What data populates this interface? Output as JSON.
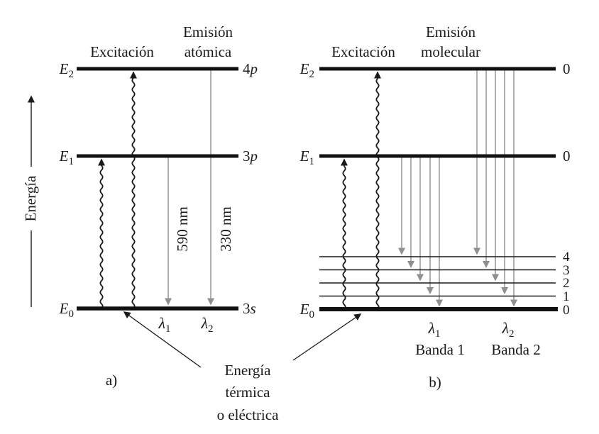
{
  "axis": {
    "label": "Energía"
  },
  "panel_a": {
    "caption": "a)",
    "excitation": "Excitación",
    "emission_line1": "Emisión",
    "emission_line2": "atómica",
    "levels": [
      {
        "sym": "E",
        "sub": "2"
      },
      {
        "sym": "E",
        "sub": "1"
      },
      {
        "sym": "E",
        "sub": "0"
      }
    ],
    "orbitals": [
      {
        "num": "4",
        "let": "p"
      },
      {
        "num": "3",
        "let": "p"
      },
      {
        "num": "3",
        "let": "s"
      }
    ],
    "nm590": "590 nm",
    "nm330": "330 nm",
    "lambda1": {
      "sym": "λ",
      "sub": "1"
    },
    "lambda2": {
      "sym": "λ",
      "sub": "2"
    }
  },
  "panel_b": {
    "caption": "b)",
    "excitation": "Excitación",
    "emission_line1": "Emisión",
    "emission_line2": "molecular",
    "levels": [
      {
        "sym": "E",
        "sub": "2"
      },
      {
        "sym": "E",
        "sub": "1"
      },
      {
        "sym": "E",
        "sub": "0"
      }
    ],
    "right_zero_e2": "0",
    "right_zero_e1": "0",
    "vib": [
      "4",
      "3",
      "2",
      "1",
      "0"
    ],
    "lambda1": {
      "sym": "λ",
      "sub": "1"
    },
    "lambda2": {
      "sym": "λ",
      "sub": "2"
    },
    "band1": "Banda 1",
    "band2": "Banda 2"
  },
  "thermal": {
    "line1": "Energía",
    "line2": "térmica",
    "line3": "o eléctrica"
  },
  "colors": {
    "line": "#1a1a1a",
    "emission_arrow": "#8f8f8f"
  }
}
